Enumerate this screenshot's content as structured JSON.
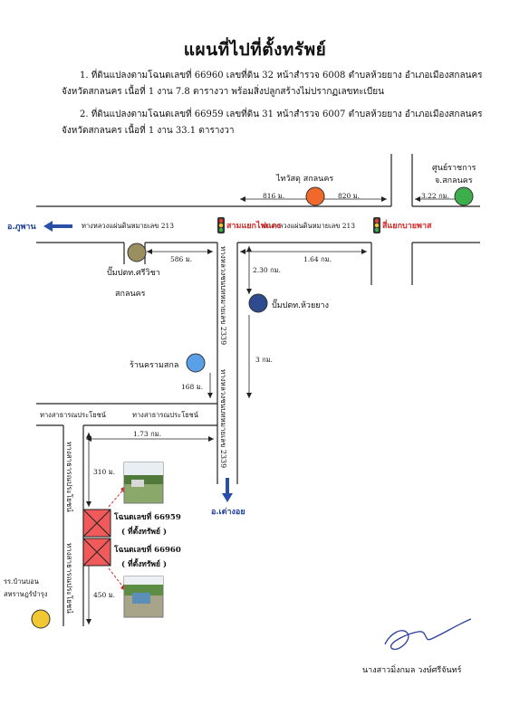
{
  "title": "แผนที่ไปที่ตั้งทรัพย์",
  "items": [
    {
      "line1": "1.  ที่ดินแปลงตามโฉนดเลขที่ 66960 เลขที่ดิน 32 หน้าสำรวจ 6008 ตำบลห้วยยาง อำเภอเมืองสกลนคร",
      "line2": "จังหวัดสกลนคร เนื้อที่ 1 งาน 7.8 ตารางวา พร้อมสิ่งปลูกสร้างไม่ปรากฏเลขทะเบียน"
    },
    {
      "line1": "2.  ที่ดินแปลงตามโฉนดเลขที่ 66959 เลขที่ดิน 31 หน้าสำรวจ 6007 ตำบลห้วยยาง อำเภอเมืองสกลนคร",
      "line2": "จังหวัดสกลนคร เนื้อที่ 1 งาน 33.1 ตารางวา"
    }
  ],
  "map": {
    "landmarks": {
      "thaiwatsadu": "ไทวัสดุ สกลนคร",
      "gov_center_1": "ศูนย์ราชการ",
      "gov_center_2": "จ.สกลนคร",
      "ptt_sirichai_1": "ปั๊มปตท.ศรีวิชา",
      "ptt_sirichai_2": "สกลนคร",
      "ptt_huayyang": "ปั๊มปตท.ห้วยยาง",
      "kramsakon": "ร้านครามสกล",
      "school_1": "รร.บ้านบอน",
      "school_2": "สหราษฎร์บำรุง"
    },
    "distances": {
      "d816": "816 ม.",
      "d820": "820 ม.",
      "d322": "3.22 กม.",
      "d586": "586 ม.",
      "d164": "1.64 กม.",
      "d230": "2.30 กม.",
      "d3": "3 กม.",
      "d168": "168 ม.",
      "d173": "1.73 กม.",
      "d310": "310 ม.",
      "d450": "450 ม."
    },
    "roads": {
      "hw213_left": "ทางหลวงแผ่นดินหมายเลข 213",
      "hw213_right": "ทางหลวงแผ่นดินหมายเลข 213",
      "hw2339_upper": "ทางหลวงชนบทหมายเลข 2339",
      "hw2339_lower": "ทางหลวงชนบทหมายเลข 2339",
      "public_left": "ทางสาธารณประโยชน์",
      "public_right": "ทางสาธารณประโยชน์",
      "public_vert_upper": "ทางสาธารณประโยชน์",
      "public_vert_lower": "ทางสาธารณประโยชน์"
    },
    "junctions": {
      "sam_yaek": "สามแยกไฟแดง",
      "si_yaek": "สี่แยกบายพาส"
    },
    "directions": {
      "phuphan": "อ.ภูพาน",
      "tao_ngoi": "อ.เต่างอย"
    },
    "parcels": [
      {
        "deed": "โฉนดเลขที่ 66959",
        "note": "( ที่ตั้งทรัพย์ )"
      },
      {
        "deed": "โฉนดเลขที่ 66960",
        "note": "( ที่ตั้งทรัพย์ )"
      }
    ],
    "colors": {
      "orange_marker": "#f0692b",
      "green_marker": "#3cae4a",
      "olive_marker": "#9a8f5e",
      "navy_marker": "#2f4b8f",
      "blue_marker": "#5aa0e8",
      "yellow_marker": "#f2c832",
      "parcel_fill": "#f05a5a",
      "direction_blue": "#2a4fa8",
      "junction_red": "#d42a2a"
    }
  },
  "signature": {
    "name": "นางสาวมิ่งกมล วงษ์ศรีจันทร์"
  }
}
